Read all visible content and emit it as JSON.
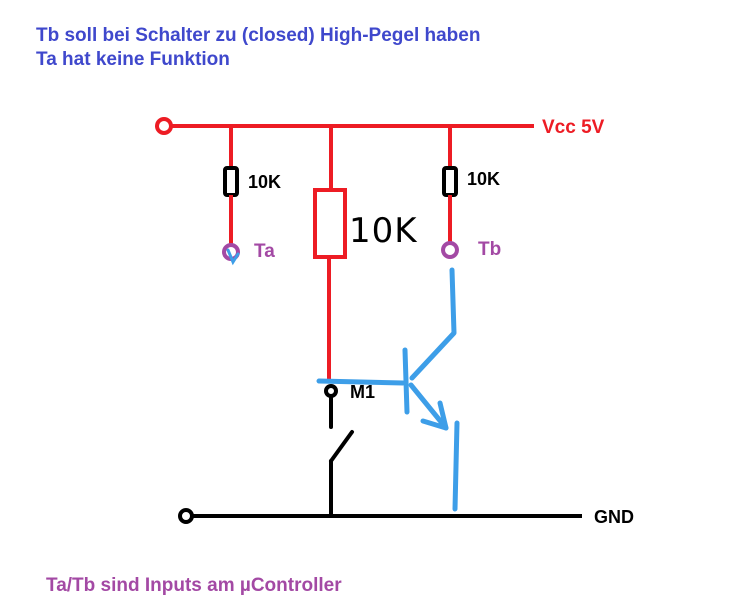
{
  "header": {
    "line1": "Tb soll bei Schalter zu (closed) High-Pegel haben",
    "line2": "Ta hat keine Funktion"
  },
  "labels": {
    "vcc": "Vcc 5V",
    "gnd": "GND",
    "r_left": "10K",
    "r_middle": "10K",
    "r_right": "10K",
    "ta": "Ta",
    "tb": "Tb",
    "m1": "M1"
  },
  "footer": {
    "note": "Ta/Tb sind Inputs am µController"
  },
  "colors": {
    "title": "#3f48cc",
    "vcc_wire": "#ed1c24",
    "gnd_wire": "#000000",
    "transistor": "#3d9ee8",
    "input_pin": "#a349a4"
  }
}
